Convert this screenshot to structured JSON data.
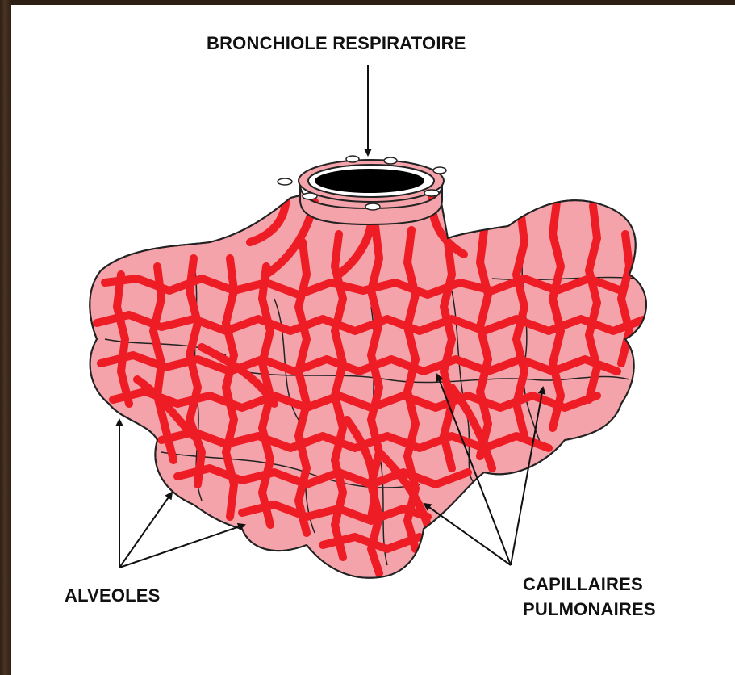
{
  "labels": {
    "bronchiole": "BRONCHIOLE RESPIRATOIRE",
    "alveoles": "ALVEOLES",
    "capillaires_line1": "CAPILLAIRES",
    "capillaires_line2": "PULMONAIRES"
  },
  "colors": {
    "frame": "#3b2a1c",
    "background": "#ffffff",
    "alveoli": "#f4a3aa",
    "capillaries": "#ee1c25",
    "outline": "#222222",
    "lumen": "#000000"
  }
}
